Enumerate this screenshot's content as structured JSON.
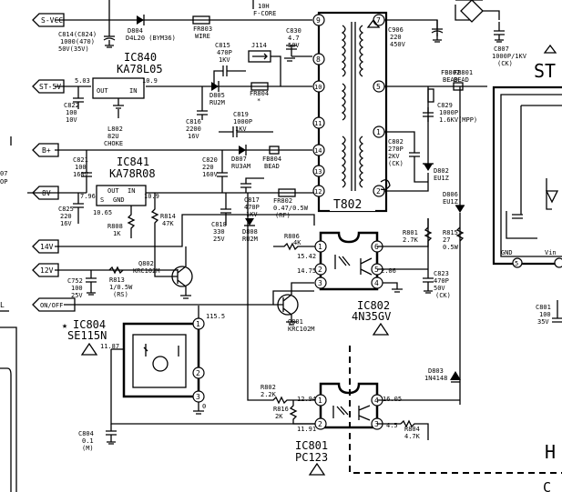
{
  "connectors": {
    "svcc": "S-VCC",
    "st5v": "ST-5V",
    "bplus": "B+",
    "v8": "8V",
    "v14": "14V",
    "v12": "12V",
    "onoff": "ON/OFF"
  },
  "ics": {
    "ic840": {
      "ref": "IC840",
      "part": "KA78L05",
      "pin_out": "OUT",
      "pin_in": "IN",
      "v_out": "5.03",
      "v_in": "10.9"
    },
    "ic841": {
      "ref": "IC841",
      "part": "KA78R08",
      "pin_out": "OUT",
      "pin_in": "IN",
      "pin_s": "S",
      "pin_gnd": "GND",
      "v_out": "7.96",
      "v_in": "10.9",
      "v_s": "10.65"
    },
    "ic804": {
      "ref": "IC804",
      "part": "SE115N",
      "v_top": "115.5",
      "v_left": "11.87",
      "v_bottom": "0",
      "pins": [
        "1",
        "2",
        "3"
      ]
    },
    "ic802": {
      "ref": "IC802",
      "part": "4N35GV",
      "v1": "15.42",
      "v2": "14.75",
      "v3": "2.06",
      "pins": [
        "1",
        "2",
        "3",
        "4",
        "5",
        "6"
      ]
    },
    "ic801": {
      "ref": "IC801",
      "part": "PC123",
      "v1": "12.94",
      "v2": "11.91",
      "v3": "16.05",
      "v4": "4.5",
      "pins": [
        "1",
        "2",
        "3",
        "4"
      ]
    }
  },
  "transformer": {
    "ref": "T802",
    "pins_left": [
      "9",
      "8",
      "10",
      "11",
      "14",
      "13",
      "12"
    ],
    "pins_right": [
      "7",
      "5",
      "1",
      "2"
    ]
  },
  "components": {
    "d804": [
      "D804",
      "D4L20 (BYM36)"
    ],
    "fr803": [
      "FR803",
      "WIRE"
    ],
    "l_top": [
      "10H",
      "F-CORE"
    ],
    "c814": [
      "C814(C824)",
      "1000(470)",
      "50V(35V)"
    ],
    "c815": [
      "C815",
      "470P",
      "1KV"
    ],
    "j114": [
      "J114"
    ],
    "c830": [
      "C830",
      "4.7",
      "50V"
    ],
    "fr804": [
      "FR804",
      "*"
    ],
    "d805": [
      "D805",
      "RU2M"
    ],
    "l802": [
      "L802",
      "82U",
      "CHOKE"
    ],
    "c816": [
      "C816",
      "2200",
      "16V"
    ],
    "c822": [
      "C822",
      "100",
      "10V"
    ],
    "c819": [
      "C819",
      "1000P",
      "1KV"
    ],
    "c820": [
      "C820",
      "220",
      "160V"
    ],
    "d807": [
      "D807",
      "RU3AM"
    ],
    "fb804": [
      "FB804",
      "BEAD"
    ],
    "c821": [
      "C821",
      "100",
      "160V"
    ],
    "c817": [
      "C817",
      "470P",
      "1KV"
    ],
    "fr802": [
      "FR802",
      "0.47/0.5W",
      "(RF)"
    ],
    "c818": [
      "C818",
      "330",
      "25V"
    ],
    "d808": [
      "D808",
      "RU2M"
    ],
    "c825": [
      "C825",
      "220",
      "16V"
    ],
    "r814": [
      "R814",
      "47K"
    ],
    "r808": [
      "R808",
      "1K"
    ],
    "r806": [
      "R806",
      "4K"
    ],
    "q802": [
      "Q802",
      "KRC102M"
    ],
    "c752": [
      "C752",
      "100",
      "25V"
    ],
    "r813": [
      "R813",
      "1/0.5W",
      "(RS)"
    ],
    "q801": [
      "Q801",
      "KRC102M"
    ],
    "c906": [
      "C906",
      "220",
      "450V"
    ],
    "c807": [
      "C807",
      "1000P/1KV",
      "(CK)"
    ],
    "fb802": [
      "FB802",
      "BEAD"
    ],
    "fb801": [
      "FB801",
      "BEAD"
    ],
    "c829": [
      "C829",
      "1000P",
      "1.6KV(MPP)"
    ],
    "c802": [
      "C802",
      "270P",
      "2KV",
      "(CK)"
    ],
    "d802": [
      "D802",
      "EU1Z"
    ],
    "d806": [
      "D806",
      "EU1Z"
    ],
    "r801": [
      "R801",
      "2.7K"
    ],
    "r815": [
      "R815",
      "27",
      "0.5W"
    ],
    "c823": [
      "C823",
      "470P",
      "50V",
      "(CK)"
    ],
    "d803": [
      "D803",
      "1N4148"
    ],
    "c801": [
      "C801",
      "100",
      "35V"
    ],
    "r802": [
      "R802",
      "2.2K"
    ],
    "r816": [
      "R816",
      "2K"
    ],
    "r804": [
      "R804",
      "4.7K"
    ],
    "c804": [
      "C804",
      "0.1",
      "(M)"
    ]
  },
  "edge_labels": {
    "st": "ST",
    "h": "H",
    "c_partial": "C",
    "gnd": "GND",
    "vin": "Vin",
    "pin5": "5",
    "left_frag": [
      "07",
      "OP"
    ],
    "left_l": "L"
  },
  "symbols": {
    "warning": "warning-triangle-icon",
    "star": "★"
  }
}
